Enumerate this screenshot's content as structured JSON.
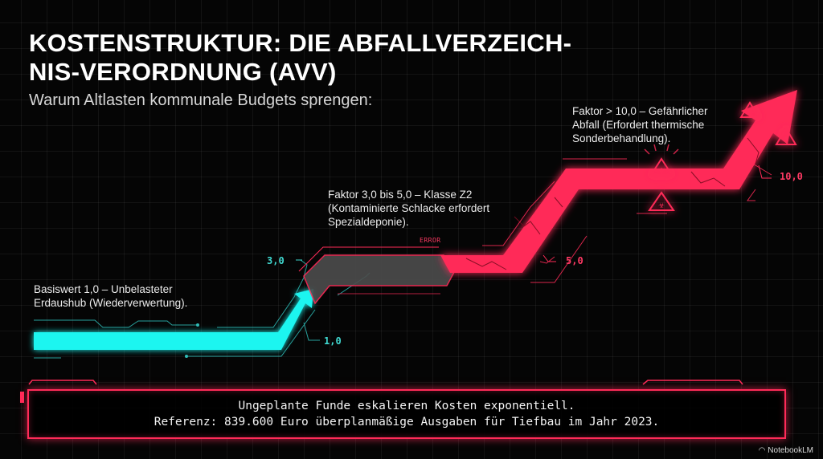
{
  "header": {
    "title_line1": "KOSTENSTRUKTUR: DIE ABFALLVERZEICH-",
    "title_line2": "NIS-VERORDNUNG (AVV)",
    "subtitle": "Warum Altlasten kommunale Budgets sprengen:"
  },
  "annotations": {
    "base": {
      "line1": "Basiswert 1,0 – Unbelasteter",
      "line2": "Erdaushub (Wiederverwertung)."
    },
    "mid": {
      "line1": "Faktor 3,0 bis 5,0 – Klasse Z2",
      "line2": "(Kontaminierte Schlacke erfordert",
      "line3": "Spezialdeponie)."
    },
    "high": {
      "line1": "Faktor > 10,0 – Gefährlicher",
      "line2": "Abfall (Erfordert thermische",
      "line3": "Sonderbehandlung)."
    }
  },
  "values": {
    "v1": "1,0",
    "v3": "3,0",
    "v5": "5,0",
    "v10": "10,0"
  },
  "error_label": "ERROR",
  "footer": {
    "line1": "Ungeplante Funde eskalieren Kosten exponentiell.",
    "line2": "Referenz: 839.600 Euro überplanmäßige Ausgaben für Tiefbau im Jahr 2023."
  },
  "brand": {
    "icon": "notebooklm-logo-icon",
    "label": "NotebookLM"
  },
  "colors": {
    "background": "#050505",
    "cyan": "#1ff5f0",
    "red": "#ff2b58",
    "gray": "#5a5a5a"
  }
}
